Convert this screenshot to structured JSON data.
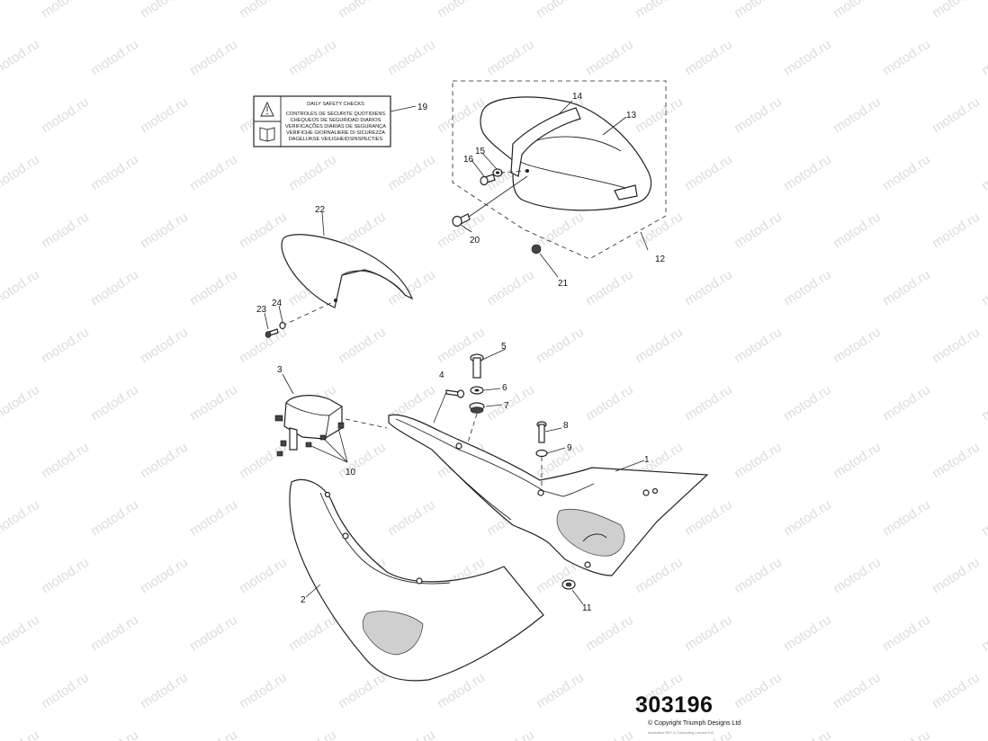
{
  "watermark": "motod.ru",
  "drawing_number": "303196",
  "copyright": "© Copyright Triumph Designs Ltd",
  "subtext": "Illustration BKT & Computing Licence Intl",
  "safety_label": {
    "lines": [
      "DAILY SAFETY CHECKS",
      "CONTROLES DE SECURITE QUOTIDIENS",
      "CHEQUEOS DE SEGURIDAD DIARIOS",
      "VERIFICAÇÕES DIÁRIAS DE SEGURANÇA",
      "VERIFICHE GIORNALIERE DI SICUREZZA",
      "DAGELIJKSE VEILIGHEIDSINSPECTIES"
    ]
  },
  "callouts": {
    "c1": "1",
    "c2": "2",
    "c3": "3",
    "c4": "4",
    "c5": "5",
    "c6": "6",
    "c7": "7",
    "c8": "8",
    "c9": "9",
    "c10": "10",
    "c11": "11",
    "c12": "12",
    "c13": "13",
    "c14": "14",
    "c15": "15",
    "c16": "16",
    "c19": "19",
    "c20": "20",
    "c21": "21",
    "c22": "22",
    "c23": "23",
    "c24": "24"
  }
}
